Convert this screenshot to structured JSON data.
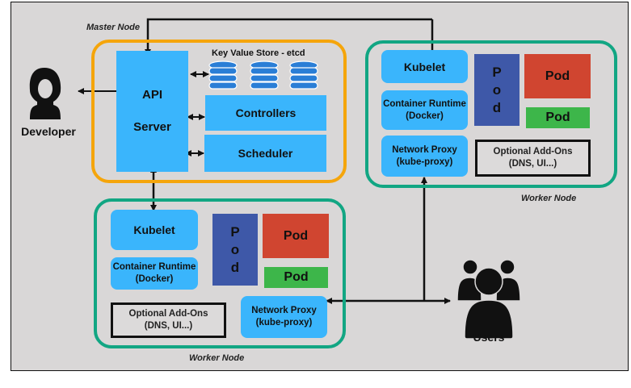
{
  "diagram": {
    "title": "Kubernetes Architecture",
    "colors": {
      "background": "#d9d7d7",
      "master_border": "#f5a50b",
      "worker_border": "#12a683",
      "component_blue": "#3ab5fc",
      "pod_blue": "#3e58a8",
      "pod_red": "#d04530",
      "pod_green": "#3db64a",
      "etcd_blue": "#2a7ed6"
    },
    "actors": {
      "developer": {
        "label": "Developer",
        "icon": "developer-person-icon"
      },
      "users": {
        "label": "Users",
        "icon": "users-group-icon"
      }
    },
    "master": {
      "label": "Master Node",
      "api_server": {
        "line1": "API",
        "line2": "Server"
      },
      "etcd": {
        "label": "Key Value Store - etcd",
        "icon": "database-icon",
        "count": 3
      },
      "controllers": "Controllers",
      "scheduler": "Scheduler"
    },
    "workers": [
      {
        "label": "Worker Node",
        "kubelet": "Kubelet",
        "runtime": {
          "line1": "Container Runtime",
          "line2": "(Docker)"
        },
        "proxy": {
          "line1": "Network Proxy",
          "line2": "(kube-proxy)"
        },
        "addons": {
          "line1": "Optional Add-Ons",
          "line2": "(DNS, UI...)"
        },
        "pods": {
          "vertical": [
            "P",
            "o",
            "d"
          ],
          "red": "Pod",
          "green": "Pod"
        }
      },
      {
        "label": "Worker Node",
        "kubelet": "Kubelet",
        "runtime": {
          "line1": "Container Runtime",
          "line2": "(Docker)"
        },
        "proxy": {
          "line1": "Network Proxy",
          "line2": "(kube-proxy)"
        },
        "addons": {
          "line1": "Optional Add-Ons",
          "line2": "(DNS, UI...)"
        },
        "pods": {
          "vertical": [
            "P",
            "o",
            "d"
          ],
          "red": "Pod",
          "green": "Pod"
        }
      }
    ]
  }
}
